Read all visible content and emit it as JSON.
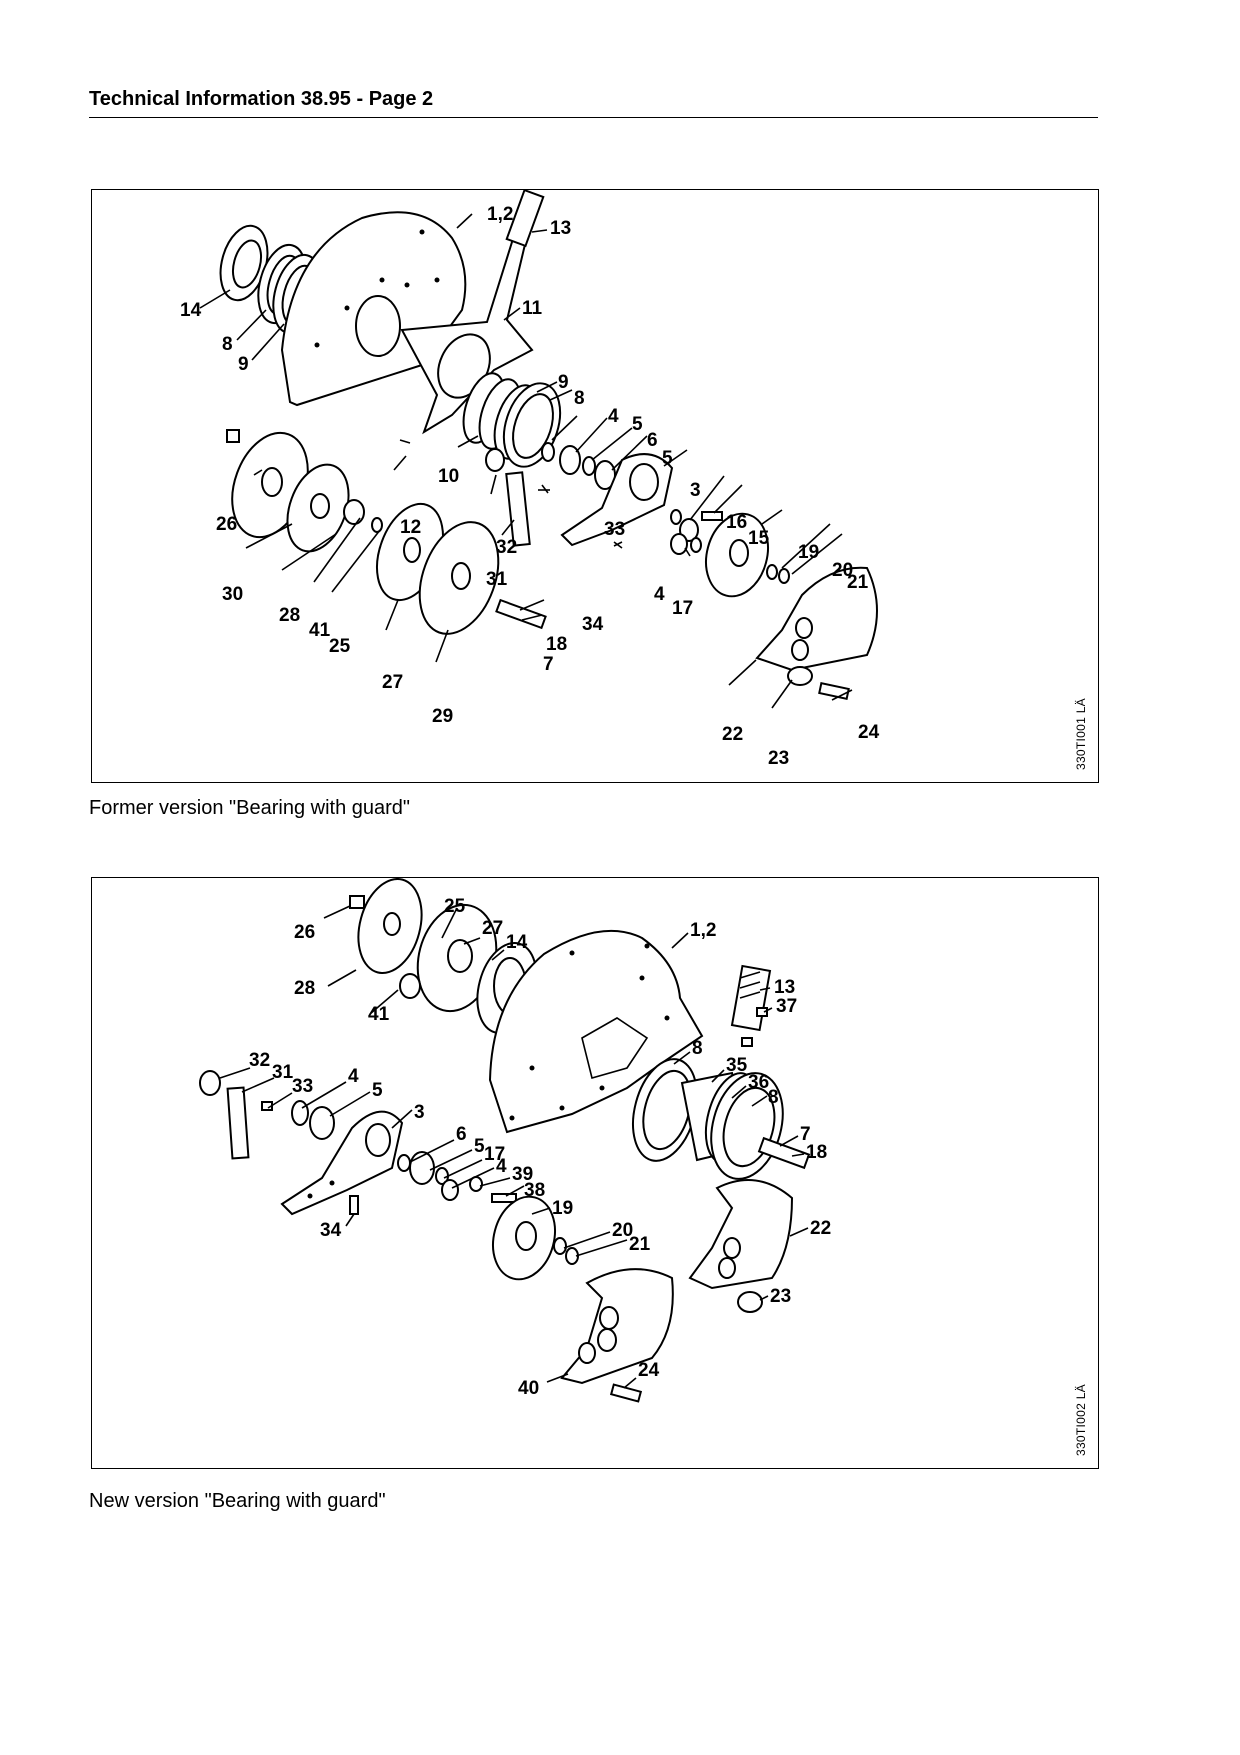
{
  "header": {
    "title": "Technical Information 38.95 - Page 2"
  },
  "figures": [
    {
      "caption": "Former version \"Bearing with guard\"",
      "image_code": "330TI001 LÄ",
      "callouts": [
        "1,2",
        "13",
        "14",
        "8",
        "9",
        "11",
        "9",
        "8",
        "4",
        "5",
        "6",
        "5",
        "10",
        "3",
        "12",
        "26",
        "33",
        "32",
        "16",
        "15",
        "19",
        "31",
        "20",
        "21",
        "4",
        "30",
        "17",
        "34",
        "28",
        "41",
        "25",
        "18",
        "7",
        "27",
        "29",
        "22",
        "24",
        "23"
      ]
    },
    {
      "caption": "New version \"Bearing with guard\"",
      "image_code": "330TI002 LÄ",
      "callouts": [
        "25",
        "26",
        "27",
        "14",
        "1,2",
        "28",
        "41",
        "13",
        "37",
        "8",
        "32",
        "31",
        "33",
        "4",
        "5",
        "35",
        "36",
        "8",
        "3",
        "6",
        "5",
        "7",
        "18",
        "17",
        "4",
        "39",
        "38",
        "34",
        "19",
        "22",
        "20",
        "21",
        "23",
        "24",
        "40"
      ]
    }
  ]
}
